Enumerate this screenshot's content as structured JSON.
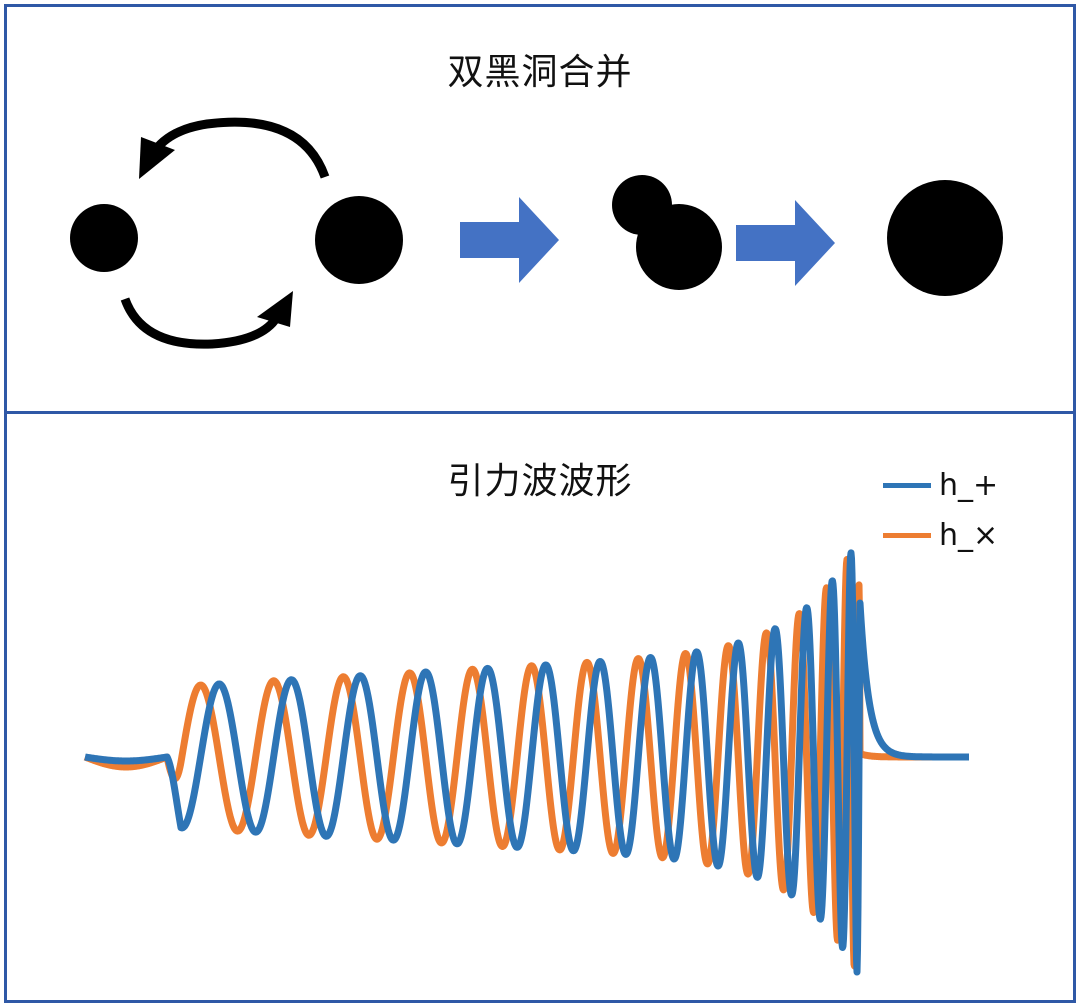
{
  "top": {
    "title": "双黑洞合并"
  },
  "bottom": {
    "title": "引力波波形"
  },
  "colors": {
    "frame": "#2f58a6",
    "arrow": "#4472c4",
    "h_plus": "#2e75b6",
    "h_cross": "#ed7d31",
    "black_hole": "#000000"
  },
  "legend": [
    {
      "label": "h_+",
      "color": "#2e75b6"
    },
    {
      "label": "h_×",
      "color": "#ed7d31"
    }
  ]
}
